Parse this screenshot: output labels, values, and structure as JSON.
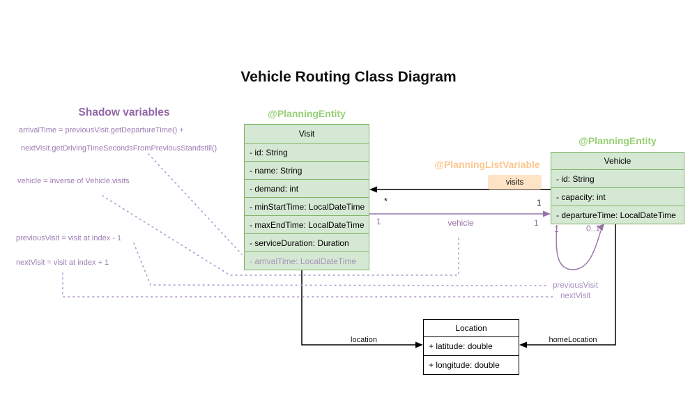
{
  "title": "Vehicle Routing Class Diagram",
  "colors": {
    "entity_fill": "#d5e8d4",
    "entity_border": "#82b366",
    "annotation_green": "#97d077",
    "annotation_orange": "#fcc78e",
    "badge_background": "#ffe3c6",
    "relation_purple": "#9673a6",
    "shadow_text_purple": "#9d7bb3",
    "plain_black": "#000000"
  },
  "shadow_panel": {
    "title": "Shadow variables",
    "lines": [
      "arrivalTime = previousVisit.getDepartureTime() +",
      "nextVisit.getDrivingTimeSecondsFromPreviousStandstill()",
      "vehicle = inverse of Vehicle.visits",
      "previousVisit = visit at index - 1",
      "nextVisit = visit at index + 1"
    ]
  },
  "classes": {
    "visit": {
      "annotation": "@PlanningEntity",
      "name": "Visit",
      "attributes": [
        "- id: String",
        "- name: String",
        "- demand: int",
        "- minStartTime: LocalDateTime",
        "- maxEndTime: LocalDateTime",
        "- serviceDuration: Duration"
      ],
      "shadow_attribute": "- arrivalTime: LocalDateTime"
    },
    "vehicle": {
      "annotation": "@PlanningEntity",
      "name": "Vehicle",
      "attributes": [
        "- id: String",
        "- capacity: int",
        "- departureTime: LocalDateTime"
      ]
    },
    "location": {
      "name": "Location",
      "attributes": [
        "+ latitude: double",
        "+ longitude: double"
      ]
    }
  },
  "relations": {
    "visits": {
      "annotation": "@PlanningListVariable",
      "label": "visits",
      "mult_visit_end": "*",
      "mult_vehicle_end": "1"
    },
    "vehicle_ref": {
      "label": "vehicle",
      "mult_visit_end": "1",
      "mult_vehicle_end": "1"
    },
    "chain_loop": {
      "mult_source": "1",
      "mult_target": "0..1",
      "previous_label": "previousVisit",
      "next_label": "nextVisit"
    },
    "location_ref": {
      "label": "location"
    },
    "home_location_ref": {
      "label": "homeLocation"
    }
  }
}
